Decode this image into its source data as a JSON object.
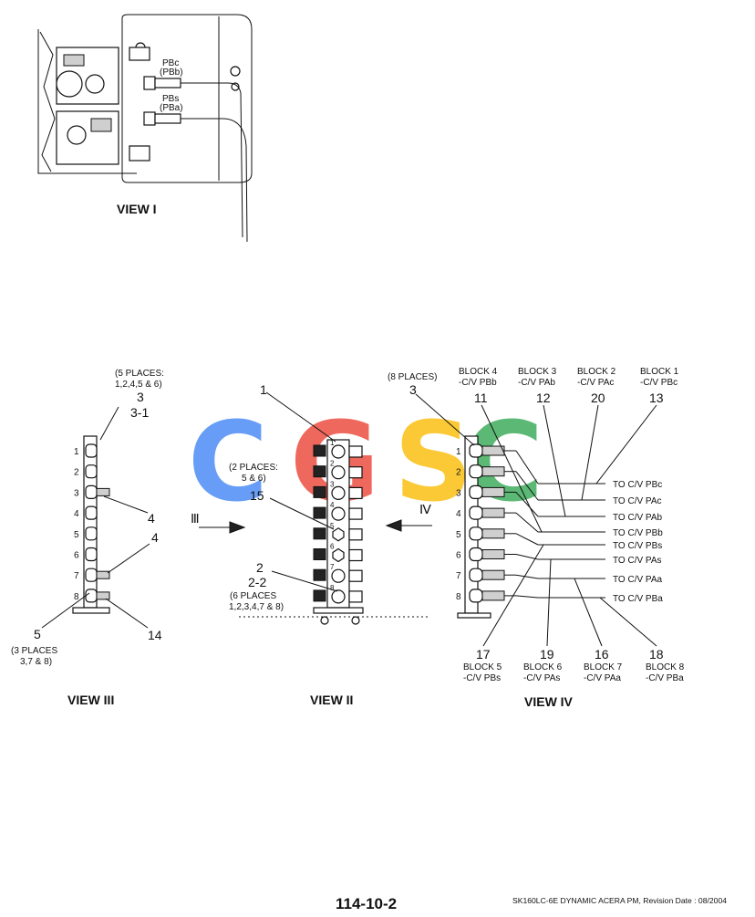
{
  "watermark": {
    "letters": [
      "C",
      "G",
      "S",
      "C"
    ],
    "colors": [
      "#4285F4",
      "#EA4335",
      "#FBBC05",
      "#34A853"
    ]
  },
  "view1": {
    "title": "VIEW I",
    "labels": {
      "pbc": "PBc",
      "pbb": "(PBb)",
      "pbs": "PBs",
      "pba": "(PBa)"
    }
  },
  "view3": {
    "title": "VIEW III",
    "note_places_5": "(5 PLACES:",
    "note_places_5_list": "1,2,4,5 & 6)",
    "callout_3": "3",
    "callout_3_1": "3-1",
    "callout_4a": "4",
    "callout_4b": "4",
    "callout_5": "5",
    "callout_14": "14",
    "note_places_3": "(3 PLACES",
    "note_places_3_list": "3,7 & 8)",
    "ports": [
      "1",
      "2",
      "3",
      "4",
      "5",
      "6",
      "7",
      "8"
    ]
  },
  "view2": {
    "title": "VIEW II",
    "callout_1": "1",
    "note_places_2": "(2 PLACES:",
    "note_places_2_list": "5 & 6)",
    "callout_15": "15",
    "callout_2": "2",
    "callout_2_2": "2-2",
    "note_places_6": "(6 PLACES",
    "note_places_6_list": "1,2,3,4,7 & 8)",
    "ports": [
      "1",
      "2",
      "3",
      "4",
      "5",
      "6",
      "7",
      "8"
    ],
    "arrow_left_label": "Ⅲ",
    "arrow_right_label": "Ⅳ"
  },
  "view4": {
    "title": "VIEW IV",
    "note_places_8": "(8 PLACES)",
    "callout_3": "3",
    "ports": [
      "1",
      "2",
      "3",
      "4",
      "5",
      "6",
      "7",
      "8"
    ],
    "blocks_top": [
      {
        "block": "BLOCK 4",
        "cv": "-C/V PBb",
        "num": "11"
      },
      {
        "block": "BLOCK 3",
        "cv": "-C/V PAb",
        "num": "12"
      },
      {
        "block": "BLOCK 2",
        "cv": "-C/V PAc",
        "num": "20"
      },
      {
        "block": "BLOCK 1",
        "cv": "-C/V PBc",
        "num": "13"
      }
    ],
    "blocks_bottom": [
      {
        "num": "17",
        "block": "BLOCK 5",
        "cv": "-C/V PBs"
      },
      {
        "num": "19",
        "block": "BLOCK 6",
        "cv": "-C/V PAs"
      },
      {
        "num": "16",
        "block": "BLOCK 7",
        "cv": "-C/V PAa"
      },
      {
        "num": "18",
        "block": "BLOCK 8",
        "cv": "-C/V PBa"
      }
    ],
    "to_cv": [
      "TO C/V PBc",
      "TO C/V PAc",
      "TO C/V PAb",
      "TO C/V PBb",
      "TO C/V PBs",
      "TO C/V PAs",
      "TO C/V PAa",
      "TO C/V PBa"
    ]
  },
  "footer": {
    "page_number": "114-10-2",
    "doc_info": "SK160LC-6E DYNAMIC ACERA PM, Revision Date : 08/2004"
  }
}
